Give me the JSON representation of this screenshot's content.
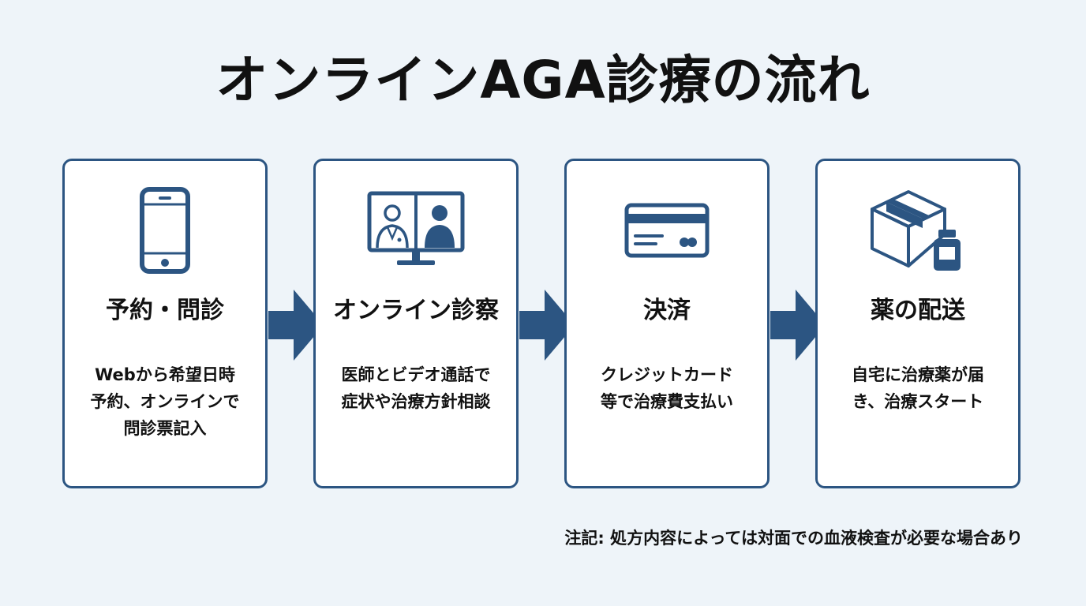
{
  "title": "オンラインAGA診療の流れ",
  "colors": {
    "accent": "#2c5582",
    "background": "#eef4f9",
    "card_background": "#ffffff",
    "text": "#111111"
  },
  "steps": [
    {
      "icon": "smartphone-icon",
      "heading": "予約・問診",
      "desc_lines": [
        "Webから希望日時",
        "予約、オンラインで",
        "問診票記入"
      ]
    },
    {
      "icon": "video-call-icon",
      "heading": "オンライン診察",
      "desc_lines": [
        "医師とビデオ通話で",
        "症状や治療方針相談"
      ]
    },
    {
      "icon": "credit-card-icon",
      "heading": "決済",
      "desc_lines": [
        "クレジットカード",
        "等で治療費支払い"
      ]
    },
    {
      "icon": "package-medicine-icon",
      "heading": "薬の配送",
      "desc_lines": [
        "自宅に治療薬が届",
        "き、治療スタート"
      ]
    }
  ],
  "note": "注記: 処方内容によっては対面での血液検査が必要な場合あり"
}
